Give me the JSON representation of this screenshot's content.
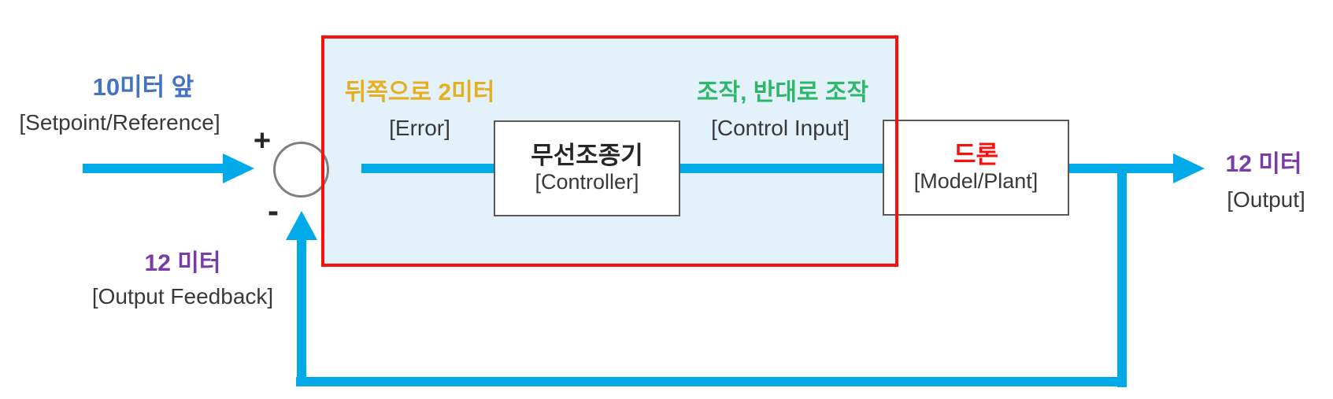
{
  "colors": {
    "blue": "#4472C4",
    "gold": "#E5AF1D",
    "green": "#2DB768",
    "purple": "#7A3DA8",
    "red": "#FA0F0F",
    "cyan": "#00A9E8",
    "dark": "#3B3838",
    "dark2": "#262626",
    "region_fill": "#E3F2FA",
    "box_border": "#595959",
    "circle_border": "#7F7F7F"
  },
  "diagram": {
    "setpoint": {
      "ko": "10미터 앞",
      "en": "[Setpoint/Reference]"
    },
    "sum": {
      "plus": "+",
      "minus": "-"
    },
    "error": {
      "ko": "뒤쪽으로 2미터",
      "en": "[Error]"
    },
    "controller": {
      "ko": "무선조종기",
      "en": "[Controller]"
    },
    "control_input": {
      "ko": "조작, 반대로 조작",
      "en": "[Control Input]"
    },
    "plant": {
      "ko": "드론",
      "en": "[Model/Plant]"
    },
    "output": {
      "ko": "12 미터",
      "en": "[Output]"
    },
    "feedback": {
      "ko": "12 미터",
      "en": "[Output Feedback]"
    }
  }
}
